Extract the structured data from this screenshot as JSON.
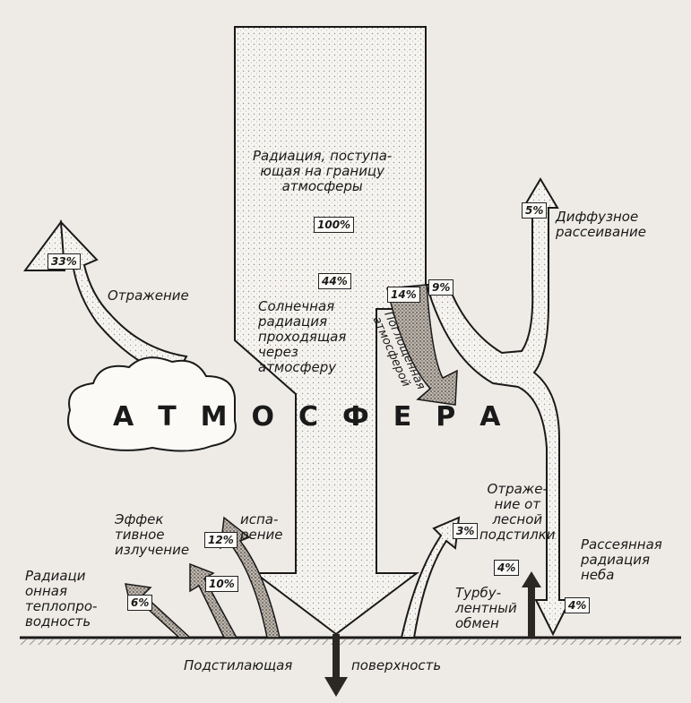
{
  "labels": {
    "incoming": "Радиация, поступа-\nющая на границу\nатмосферы",
    "transmitted": "Солнечная\nрадиация\nпроходящая\nчерез\nатмосферу",
    "reflection": "Отражение",
    "diffuse": "Диффузное\nрассеивание",
    "absorbed": "Поглощенная\nатмосферой",
    "atmosphere": "АТМОСФЕРА",
    "effective_radiation": "Эффек\nтивное\nизлучение",
    "evaporation": "испа-\nрение",
    "forest_reflection": "Отраже-\nние от\nлесной\nподстилки",
    "scattered_sky": "Рассеянная\nрадиация\nнеба",
    "conduction": "Радиаци\nонная\nтеплопро-\nводность",
    "turbulent": "Турбу-\nлентный\nобмен",
    "surface": "Подстилающая",
    "surface2": "поверхность"
  },
  "percents": {
    "incoming": "100%",
    "transmitted": "44%",
    "reflection": "33%",
    "diffuse": "5%",
    "absorbed": "14%",
    "scattered": "9%",
    "evaporation": "12%",
    "effective": "10%",
    "conduction": "6%",
    "forest": "3%",
    "turbulent": "4%",
    "sky": "4%"
  },
  "colors": {
    "ink": "#1a1a1a",
    "paper": "#eeebe6",
    "stipple": "#f6f4f0"
  }
}
